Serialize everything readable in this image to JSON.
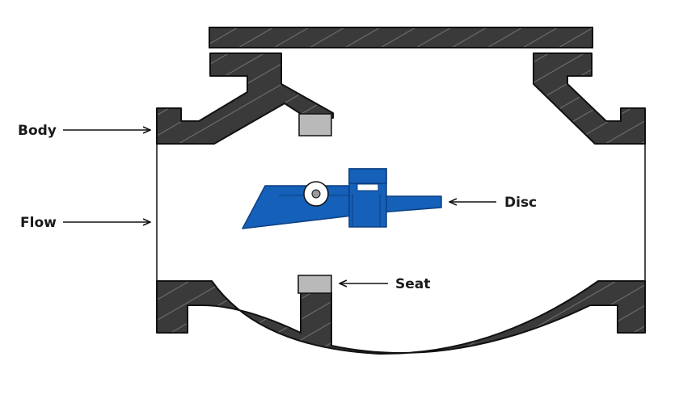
{
  "labels": {
    "body": "Body",
    "flow": "Flow",
    "disc": "Disc",
    "seat": "Seat"
  },
  "colors": {
    "body_fill": "#3a3a3a",
    "hatch": "#6e6e6e",
    "outline": "#111111",
    "disc_fill": "#1560b8",
    "disc_dark": "#0c3f82",
    "seat_fill": "#b9b9b9",
    "pivot_fill": "#ffffff",
    "arrow": "#111111"
  }
}
